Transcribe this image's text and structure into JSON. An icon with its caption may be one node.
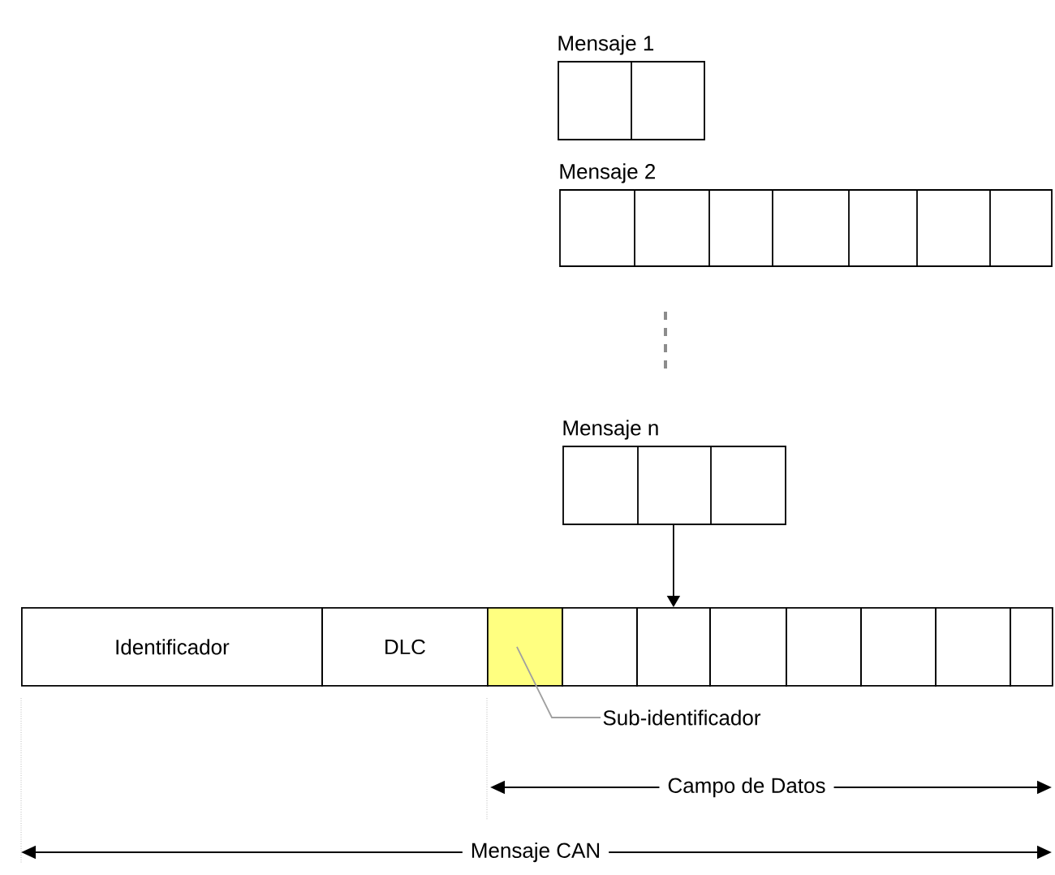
{
  "diagram": {
    "nodes": [
      {
        "text": [
          "Mensaje 1"
        ]
      },
      {
        "text": [
          "Mensaje 2"
        ]
      },
      {
        "text": [
          "Mensaje n"
        ]
      },
      {
        "text": [
          "Identificador"
        ]
      },
      {
        "text": [
          "DLC"
        ]
      },
      {
        "text": [],
        "shape": "box"
      },
      {
        "text": [],
        "shape": "box"
      },
      {
        "text": [],
        "shape": "box"
      },
      {
        "text": [],
        "shape": "box"
      },
      {
        "text": [],
        "shape": "box"
      },
      {
        "text": [],
        "shape": "box"
      },
      {
        "text": [],
        "shape": "box"
      },
      {
        "text": [],
        "shape": "box"
      },
      {
        "text": [
          "Sub-identificador"
        ]
      }
    ],
    "edges": [
      {
        "from": 2,
        "to": 7,
        "arrow": "to"
      },
      {
        "from": 13,
        "to": 5,
        "arrow": "none",
        "color": "#a0a0a0"
      }
    ],
    "labels": [
      "Campo de Datos",
      "Mensaje CAN"
    ]
  }
}
